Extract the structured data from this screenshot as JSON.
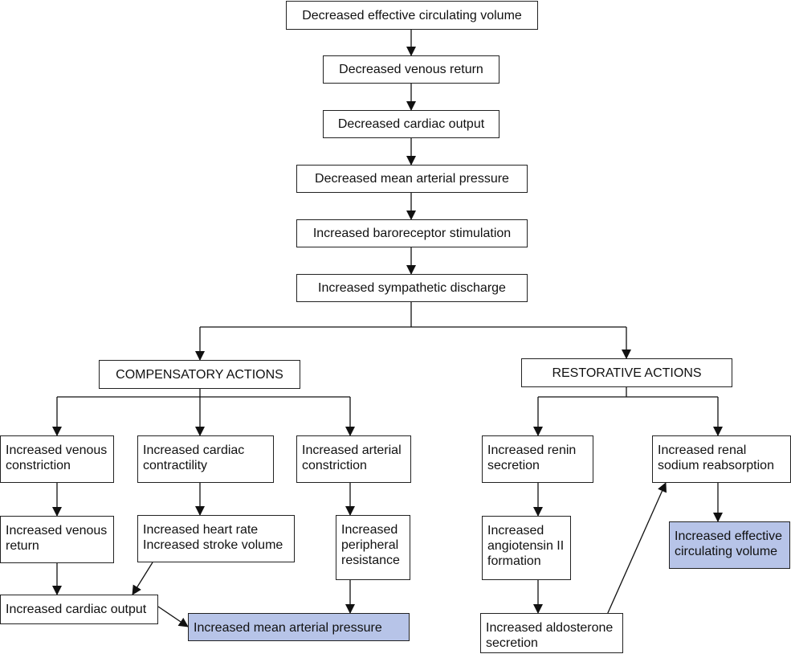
{
  "nodes": {
    "n1": "Decreased effective circulating volume",
    "n2": "Decreased venous return",
    "n3": "Decreased cardiac output",
    "n4": "Decreased mean arterial pressure",
    "n5": "Increased baroreceptor stimulation",
    "n6": "Increased sympathetic discharge",
    "compensatory": "COMPENSATORY ACTIONS",
    "restorative": "RESTORATIVE ACTIONS",
    "venous_constriction": "Increased venous\nconstriction",
    "cardiac_contractility": "Increased cardiac\ncontractility",
    "arterial_constriction": "Increased arterial\nconstriction",
    "venous_return": "Increased venous\nreturn",
    "hr_sv": "Increased heart rate\nIncreased stroke volume",
    "peripheral_resistance": "Increased\nperipheral\nresistance",
    "cardiac_output": "Increased cardiac output",
    "map": "Increased mean arterial pressure",
    "renin": "Increased renin\nsecretion",
    "angiotensin": "Increased\nangiotensin II\nformation",
    "aldosterone": "Increased aldosterone\nsecretion",
    "renal_sodium": "Increased renal\nsodium reabsorption",
    "ecv": "Increased effective\ncirculating volume"
  },
  "colors": {
    "highlight": "#b7c4e8",
    "line": "#111111"
  }
}
